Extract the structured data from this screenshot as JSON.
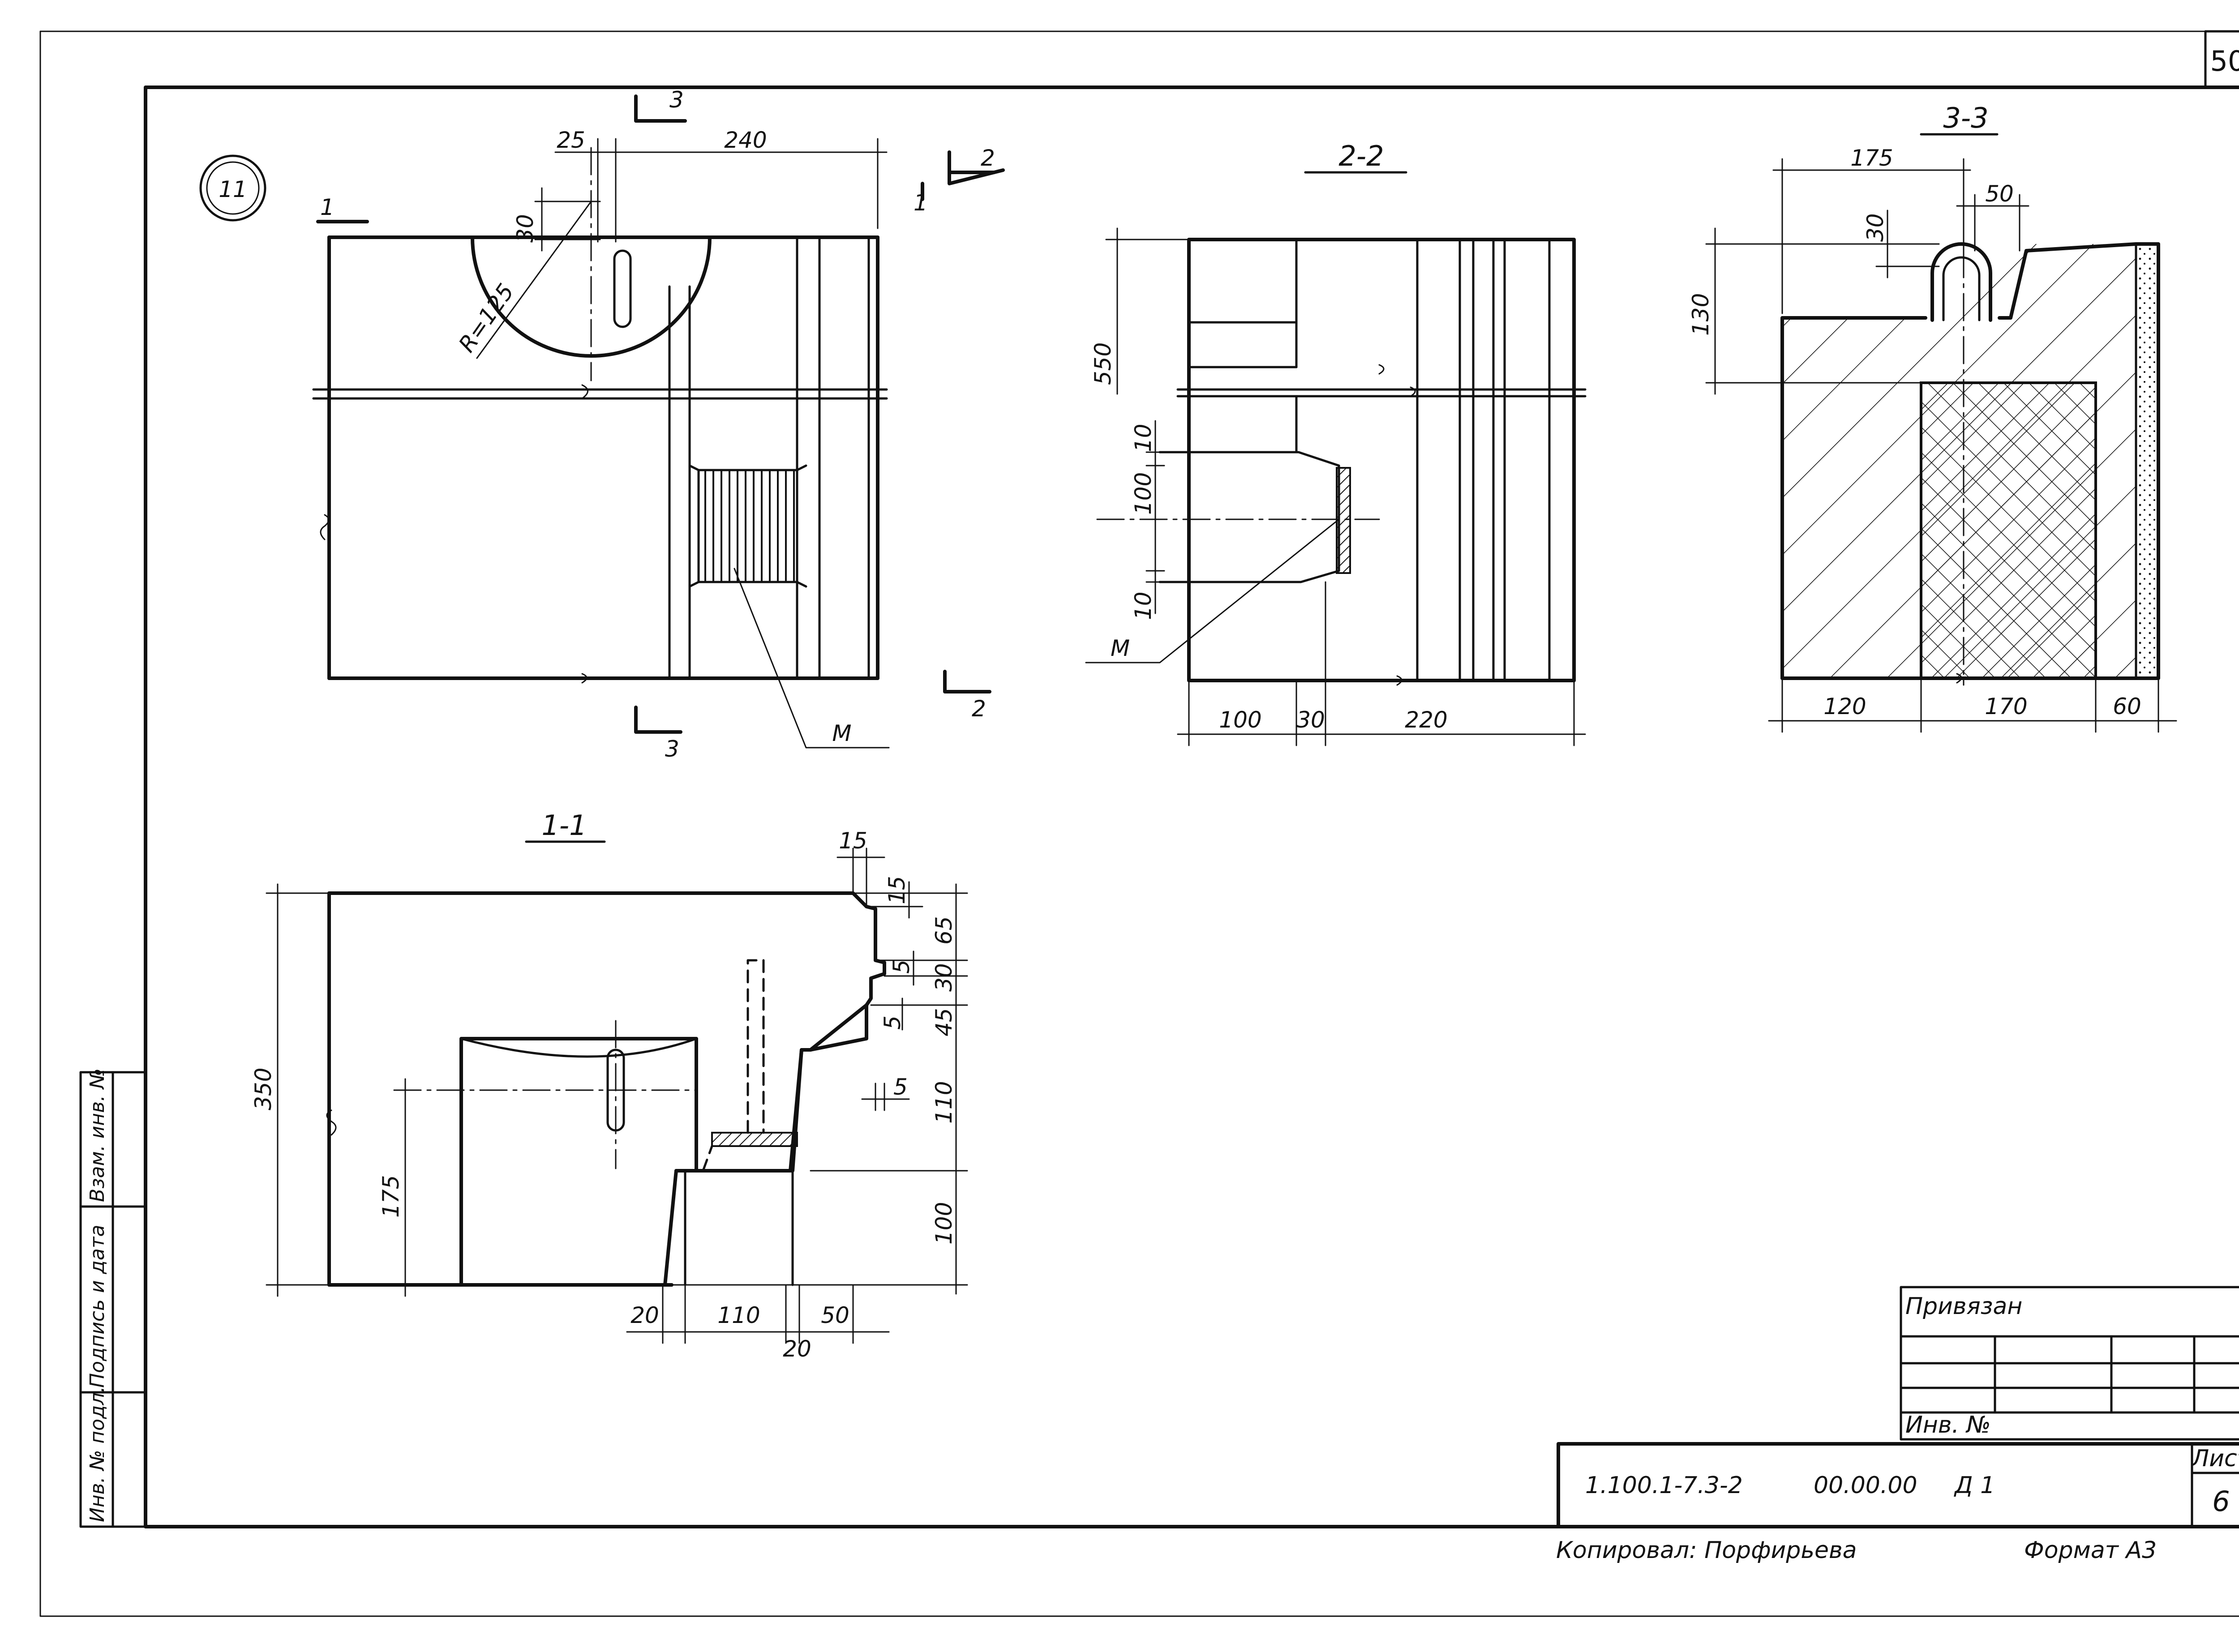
{
  "sheet": {
    "page_number": "50",
    "node_number": "11",
    "copied_by": "Копировал: Порфирьева",
    "format": "Формат А3"
  },
  "title_block": {
    "linked_label": "Привязан",
    "inv_label": "Инв. №",
    "doc_code": "1.100.1-7.3-2",
    "doc_code2": "00.00.00",
    "doc_suffix": "Д 1",
    "sheet_label": "Лист",
    "sheet_number": "6"
  },
  "side_stamp": {
    "vzam_inv": "Взам. инв. №",
    "sign_date": "Подпись и дата",
    "inv_podl": "Инв. № подл."
  },
  "views": {
    "plan": {
      "cut_marks": {
        "one": "1",
        "two": "2",
        "three": "3"
      },
      "dims": {
        "d25": "25",
        "d240": "240",
        "d30": "30"
      },
      "radius_label": "R=125",
      "material_label": "М"
    },
    "section_2_2": {
      "title": "2-2",
      "dims": {
        "d550": "550",
        "d10a": "10",
        "d100": "100",
        "d10b": "10",
        "b100": "100",
        "b30": "30",
        "b220": "220"
      },
      "material_label": "М"
    },
    "section_3_3": {
      "title": "3-3",
      "dims": {
        "d175": "175",
        "d50": "50",
        "d30": "30",
        "d130": "130",
        "b120": "120",
        "b170": "170",
        "b60": "60"
      }
    },
    "section_1_1": {
      "title": "1-1",
      "dims": {
        "d15a": "15",
        "d15b": "15",
        "d65": "65",
        "d5a": "5",
        "d30": "30",
        "d5b": "5",
        "d45": "45",
        "d5c": "5",
        "d110": "110",
        "d100": "100",
        "d350": "350",
        "d175": "175",
        "b20a": "20",
        "b110": "110",
        "b50": "50",
        "b20b": "20"
      }
    }
  }
}
